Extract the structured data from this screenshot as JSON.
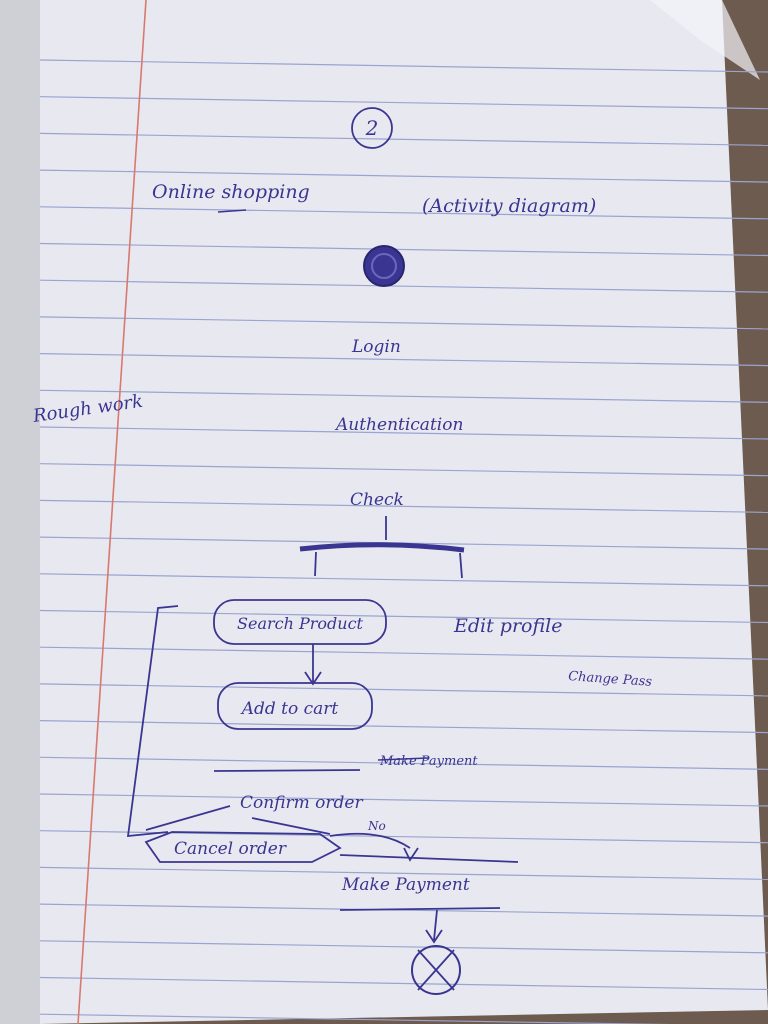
{
  "page_number": "2",
  "title_left": "Online shopping",
  "title_right": "(Activity diagram)",
  "margin_note": "Rough work",
  "nodes": {
    "login": "Login",
    "authentication": "Authentication",
    "check": "Check",
    "search_product": "Search Product",
    "edit_profile": "Edit profile",
    "change_password": "Change Pass",
    "add_to_cart": "Add to cart",
    "make_payment_note": "Make Payment",
    "confirm_order": "Confirm order",
    "no_label": "No",
    "cancel_order": "Cancel order",
    "make_payment": "Make Payment"
  },
  "colors": {
    "ink": "#3a3590",
    "paper": "#e9eaf1",
    "rule": "#9aa4cf",
    "margin": "#d8796f"
  }
}
